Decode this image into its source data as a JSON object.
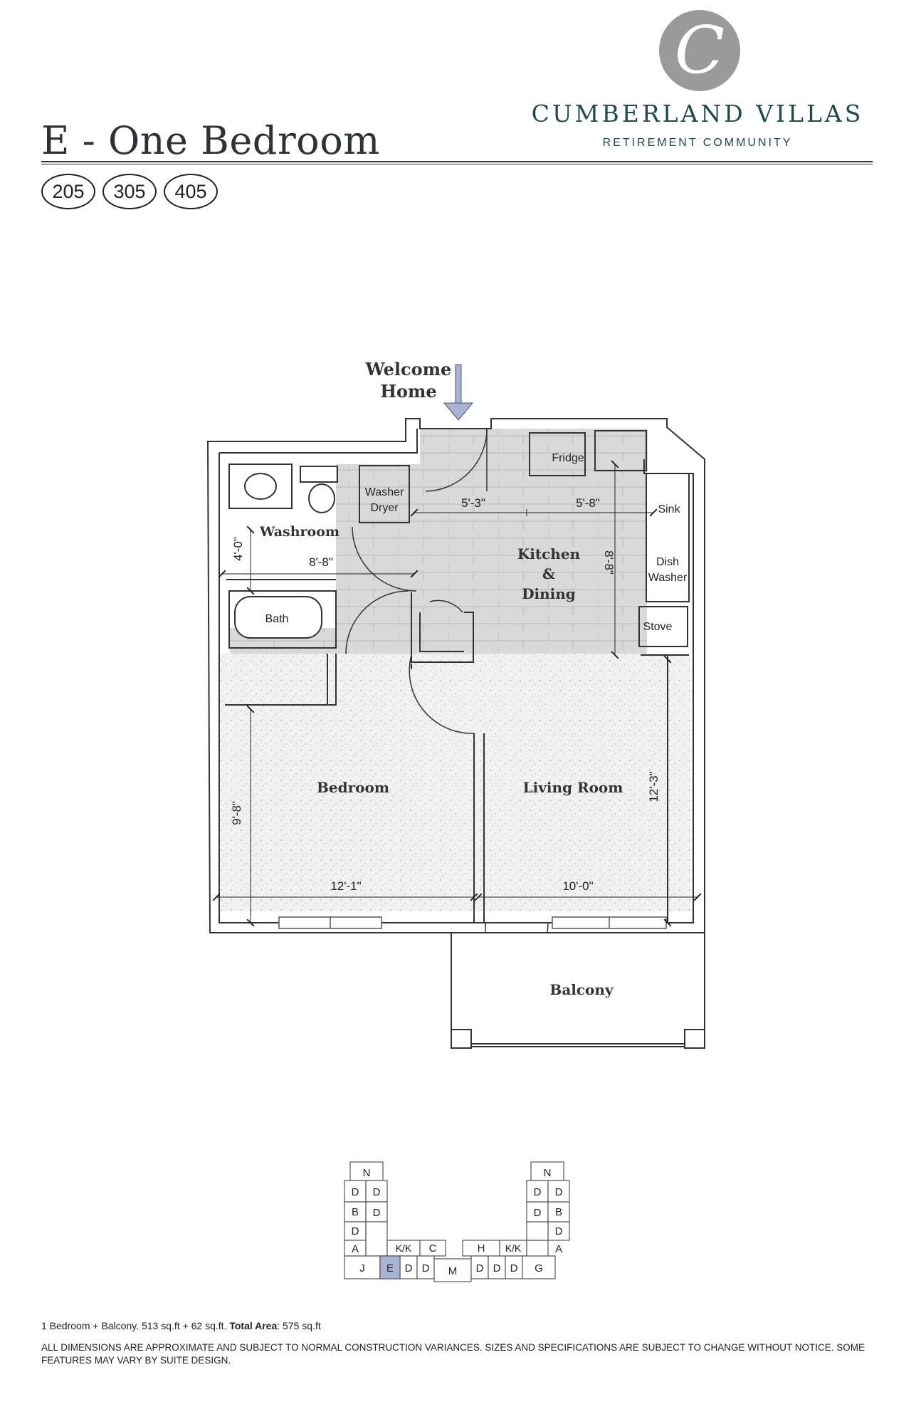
{
  "header": {
    "title": "E - One Bedroom",
    "unit_numbers": [
      "205",
      "305",
      "405"
    ]
  },
  "logo": {
    "letter": "C",
    "name": "CUMBERLAND VILLAS",
    "tagline": "RETIREMENT COMMUNITY",
    "mark_color": "#9a9a9a",
    "text_color": "#1e4a4c"
  },
  "floorplan": {
    "entry_label_line1": "Welcome",
    "entry_label_line2": "Home",
    "rooms": {
      "washroom": "Washroom",
      "kitchen_line1": "Kitchen",
      "kitchen_line2": "&",
      "kitchen_line3": "Dining",
      "bedroom": "Bedroom",
      "living_room": "Living Room",
      "balcony": "Balcony"
    },
    "fixtures": {
      "washer_line1": "Washer",
      "washer_line2": "Dryer",
      "fridge": "Fridge",
      "sink": "Sink",
      "dishwasher_line1": "Dish",
      "dishwasher_line2": "Washer",
      "stove": "Stove",
      "bath": "Bath"
    },
    "dimensions": {
      "kitchen_left": "5'-3\"",
      "kitchen_right": "5'-8\"",
      "washroom_width": "8'-8\"",
      "washroom_depth": "4'-0\"",
      "kitchen_depth": "8'-8\"",
      "bedroom_depth": "9'-8\"",
      "bedroom_width": "12'-1\"",
      "living_width": "10'-0\"",
      "living_depth": "12'-3\""
    },
    "floor_colors": {
      "tile": "#d9d9d9",
      "carpet": "#f1f1f1"
    }
  },
  "keyplan": {
    "labels": {
      "n_left": "N",
      "n_right": "N",
      "d1": "D",
      "d2": "D",
      "d3": "D",
      "d4": "D",
      "d5": "D",
      "d6": "D",
      "b_left": "B",
      "b_right": "B",
      "d7": "D",
      "d8": "D",
      "a_left": "A",
      "a_right": "A",
      "kk_left": "K/K",
      "c": "C",
      "h": "H",
      "kk_right": "K/K",
      "j": "J",
      "e": "E",
      "d9": "D",
      "d10": "D",
      "m": "M",
      "d11": "D",
      "d12": "D",
      "d13": "D",
      "g": "G"
    },
    "highlight_color": "#a8b4d6"
  },
  "footer": {
    "area_text": "1 Bedroom + Balcony. 513 sq.ft + 62 sq.ft.",
    "total_label": "Total Area",
    "total_value": ": 575 sq.ft",
    "disclaimer": "ALL DIMENSIONS ARE APPROXIMATE AND SUBJECT TO NORMAL CONSTRUCTION VARIANCES. SIZES AND SPECIFICATIONS ARE SUBJECT TO CHANGE WITHOUT NOTICE. SOME FEATURES MAY VARY BY SUITE DESIGN."
  }
}
